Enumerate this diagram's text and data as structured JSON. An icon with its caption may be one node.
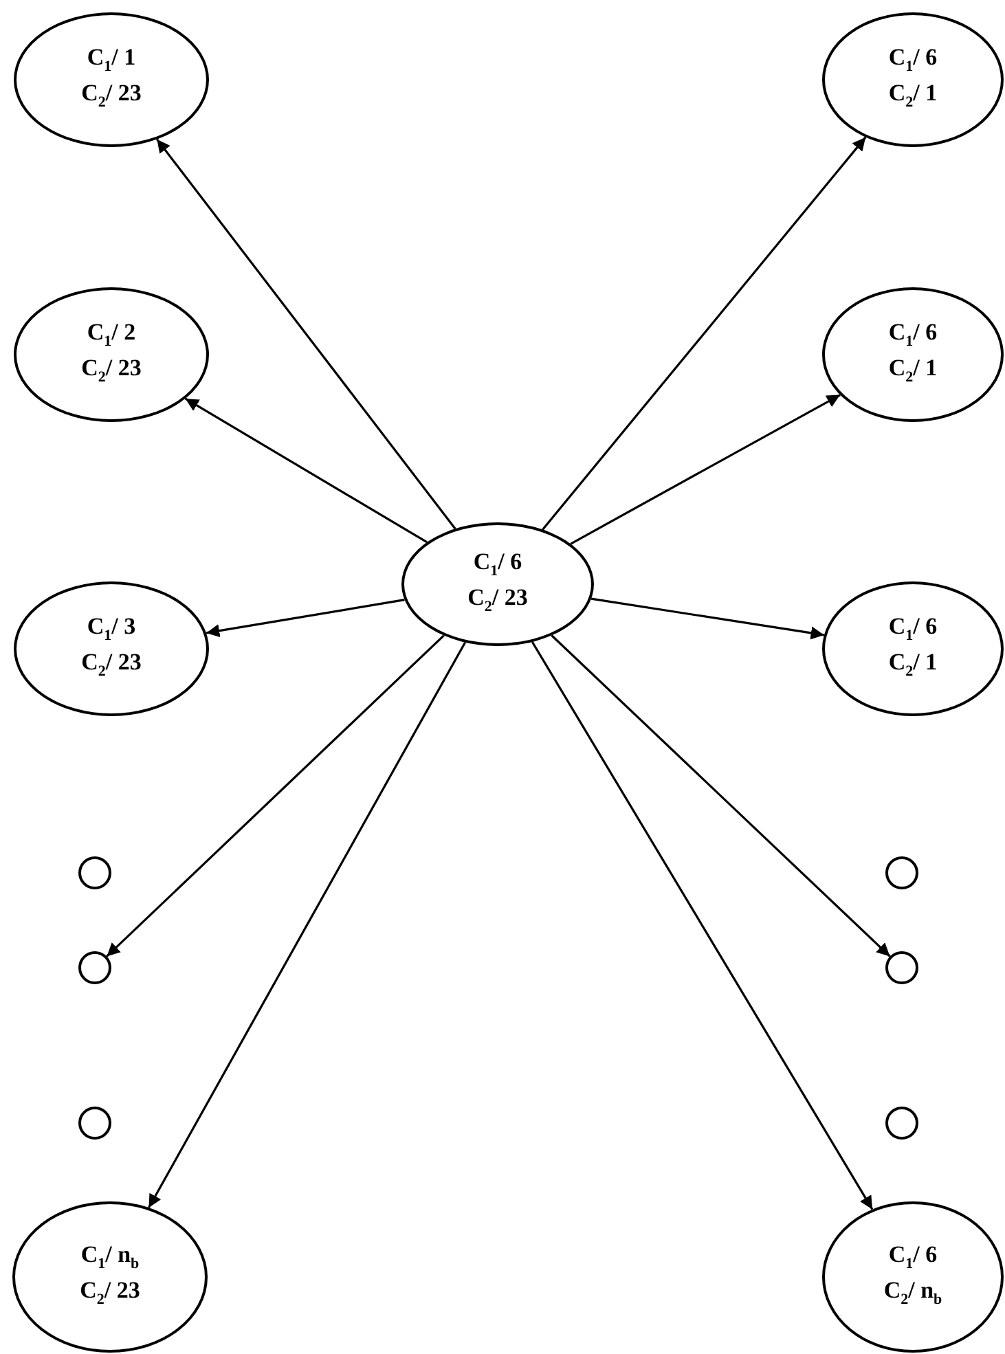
{
  "diagram": {
    "nodes": [
      {
        "text": [
          "C$_{1}$/ 1",
          "C$_{2}$/ 23"
        ]
      },
      {
        "text": [
          "C$_{1}$/ 6",
          "C$_{2}$/ 1"
        ]
      },
      {
        "text": [
          "C$_{1}$/ 2",
          "C$_{2}$/ 23"
        ]
      },
      {
        "text": [
          "C$_{1}$/ 6",
          "C$_{2}$/ 1"
        ]
      },
      {
        "text": [
          "C$_{1}$/ 6",
          "C$_{2}$/ 23"
        ]
      },
      {
        "text": [
          "C$_{1}$/ 3",
          "C$_{2}$/ 23"
        ]
      },
      {
        "text": [
          "C$_{1}$/ 6",
          "C$_{2}$/ 1"
        ]
      },
      {
        "text": [],
        "shape": "circle"
      },
      {
        "text": [],
        "shape": "circle"
      },
      {
        "text": [],
        "shape": "circle"
      },
      {
        "text": [],
        "shape": "circle"
      },
      {
        "text": [],
        "shape": "circle"
      },
      {
        "text": [],
        "shape": "circle"
      },
      {
        "text": [
          "C$_{1}$/ n$_{b}$",
          "C$_{2}$/ 23"
        ]
      },
      {
        "text": [
          "C$_{1}$/ 6",
          "C$_{2}$/ n$_{b}$"
        ]
      }
    ],
    "edges": [
      {
        "from": 4,
        "to": 0,
        "arrow": "to"
      },
      {
        "from": 4,
        "to": 1,
        "arrow": "to"
      },
      {
        "from": 4,
        "to": 2,
        "arrow": "to"
      },
      {
        "from": 4,
        "to": 3,
        "arrow": "to"
      },
      {
        "from": 4,
        "to": 5,
        "arrow": "to"
      },
      {
        "from": 4,
        "to": 6,
        "arrow": "to"
      },
      {
        "from": 4,
        "to": 9,
        "arrow": "to"
      },
      {
        "from": 4,
        "to": 10,
        "arrow": "to"
      },
      {
        "from": 4,
        "to": 13,
        "arrow": "to"
      },
      {
        "from": 4,
        "to": 14,
        "arrow": "to"
      }
    ]
  }
}
